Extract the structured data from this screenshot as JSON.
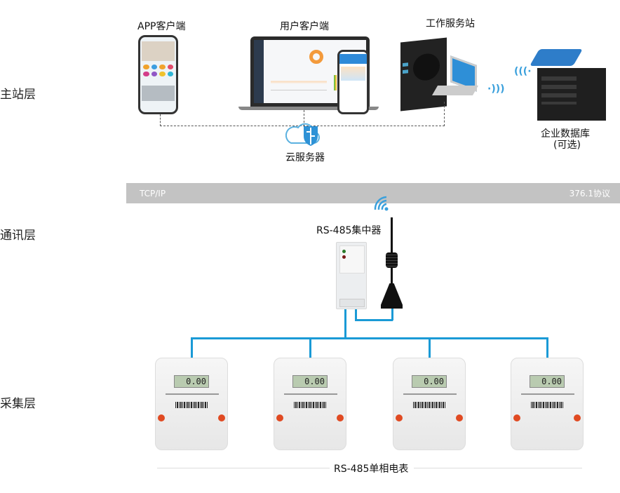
{
  "layers": {
    "master": "主站层",
    "comm": "通讯层",
    "collect": "采集层"
  },
  "master": {
    "app_client": "APP客户端",
    "user_client": "用户客户端",
    "workstation": "工作服务站",
    "database_line1": "企业数据库",
    "database_line2": "(可选)",
    "cloud": "云服务器"
  },
  "comm": {
    "protocol_left": "TCP/IP",
    "protocol_right": "376.1协议",
    "concentrator": "RS-485集中器"
  },
  "collect": {
    "meters": [
      {
        "reading": "0.00"
      },
      {
        "reading": "0.00"
      },
      {
        "reading": "0.00"
      },
      {
        "reading": "0.00"
      }
    ],
    "caption": "RS-485单相电表"
  },
  "colors": {
    "bus_line": "#1a9ad6",
    "band": "#c3c3c3",
    "wifi": "#3aa0dc"
  }
}
